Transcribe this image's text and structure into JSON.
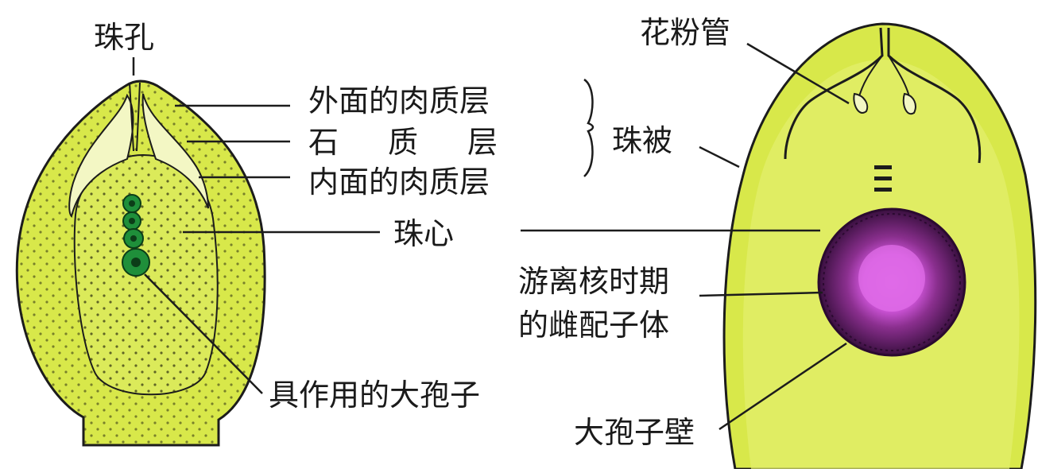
{
  "colors": {
    "ovule_fill": "#d8e84a",
    "ovule_light": "#e6f078",
    "nucellus_fill": "#dbea5a",
    "sclerotic_layer": "#f3f7c4",
    "outline": "#1c1c1c",
    "archesporial": "#1f8f3a",
    "gametophyte_wall": "#5a1a5e",
    "gametophyte_center": "#d659e0",
    "gametophyte_mid": "#a83aa8"
  },
  "labels": {
    "micropyle": "珠孔",
    "outer_fleshy_layer": "外面的肉质层",
    "stony_layer": "石质层",
    "inner_fleshy_layer": "内面的肉质层",
    "integument": "珠被",
    "nucellus": "珠心",
    "functional_megaspore": "具作用的大孢子",
    "pollen_tube": "花粉管",
    "free_nuclear_gametophyte_line1": "游离核时期",
    "free_nuclear_gametophyte_line2": "的雌配子体",
    "megaspore_wall": "大孢子壁"
  }
}
